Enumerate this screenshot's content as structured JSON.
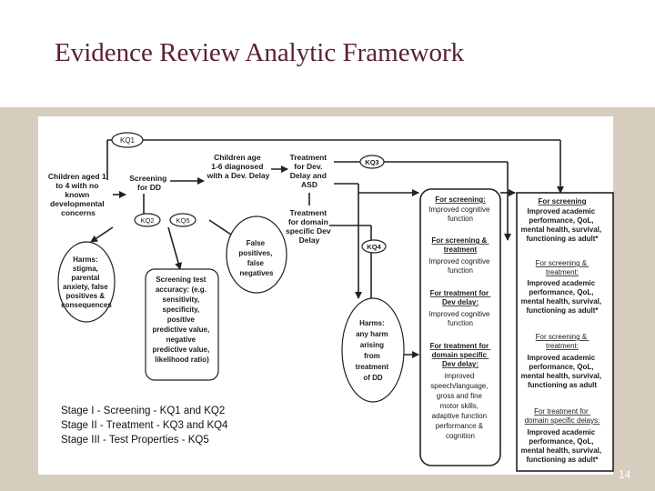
{
  "slide": {
    "title": "Evidence Review Analytic Framework",
    "page_number": "14"
  },
  "stages": [
    "Stage I - Screening - KQ1 and KQ2",
    "Stage II - Treatment - KQ3 and KQ4",
    "Stage III - Test Properties - KQ5"
  ],
  "diagram": {
    "kq_labels": {
      "kq1": "KQ1",
      "kq2": "KQ2",
      "kq3": "KQ3",
      "kq4": "KQ4",
      "kq5": "KQ5"
    },
    "population": [
      "Children aged 1",
      "to 4 with no",
      "known",
      "developmental",
      "concerns"
    ],
    "screening": [
      "Screening",
      "for DD"
    ],
    "diagnosed": [
      "Children age",
      "1-6 diagnosed",
      "with a Dev. Delay"
    ],
    "treatment_dev": [
      "Treatment",
      "for Dev.",
      "Delay and",
      "ASD"
    ],
    "treatment_domain": [
      "Treatment",
      "for domain",
      "specific Dev",
      "Delay"
    ],
    "harms_screening": [
      "Harms:",
      "stigma,",
      "parental",
      "anxiety, false",
      "positives &",
      "consequences"
    ],
    "test_accuracy": [
      "Screening test",
      "accuracy: (e.g.",
      "sensitivity,",
      "specificity,",
      "positive",
      "predictive value,",
      "negative",
      "predictive value,",
      "likelihood ratio)"
    ],
    "false_results": [
      "False",
      "positives,",
      "false",
      "negatives"
    ],
    "harms_treatment": [
      "Harms:",
      "any harm",
      "arising",
      "from",
      "treatment",
      "of DD"
    ],
    "intermediate": {
      "screening_head": "For screening:",
      "screening_body": [
        "Improved cognitive",
        "function"
      ],
      "screen_treat_head": [
        "For screening &",
        "treatment"
      ],
      "screen_treat_body": [
        "Improved cognitive",
        "function"
      ],
      "treat_dev_head": [
        "For treatment for",
        "Dev delay:"
      ],
      "treat_dev_body": [
        "Improved cognitive",
        "function"
      ],
      "treat_domain_head": [
        "For treatment for",
        "domain specific",
        "Dev delay:"
      ],
      "treat_domain_body": [
        "improved",
        "speech/language,",
        "gross and fine",
        "motor skills,",
        "adaptive function",
        "performance &",
        "cognition"
      ]
    },
    "final": {
      "screening_head": "For screening",
      "screening_body": [
        "Improved academic",
        "performance, QoL,",
        "mental health, survival,",
        "functioning as adult*"
      ],
      "screen_treat1_head": [
        "For screening &",
        "treatment:"
      ],
      "screen_treat1_body": [
        "Improved academic",
        "performance, QoL,",
        "mental health, survival,",
        "functioning as adult*"
      ],
      "screen_treat2_head": [
        "For screening &",
        "treatment:"
      ],
      "screen_treat2_body": [
        "Improved academic",
        "performance, QoL,",
        "mental health, survival,",
        "functioning as adult"
      ],
      "domain_head": [
        "For treatment for",
        "domain specific delays:"
      ],
      "domain_body": [
        "Improved academic",
        "performance, QoL,",
        "mental health, survival,",
        "functioning as adult*"
      ]
    }
  }
}
